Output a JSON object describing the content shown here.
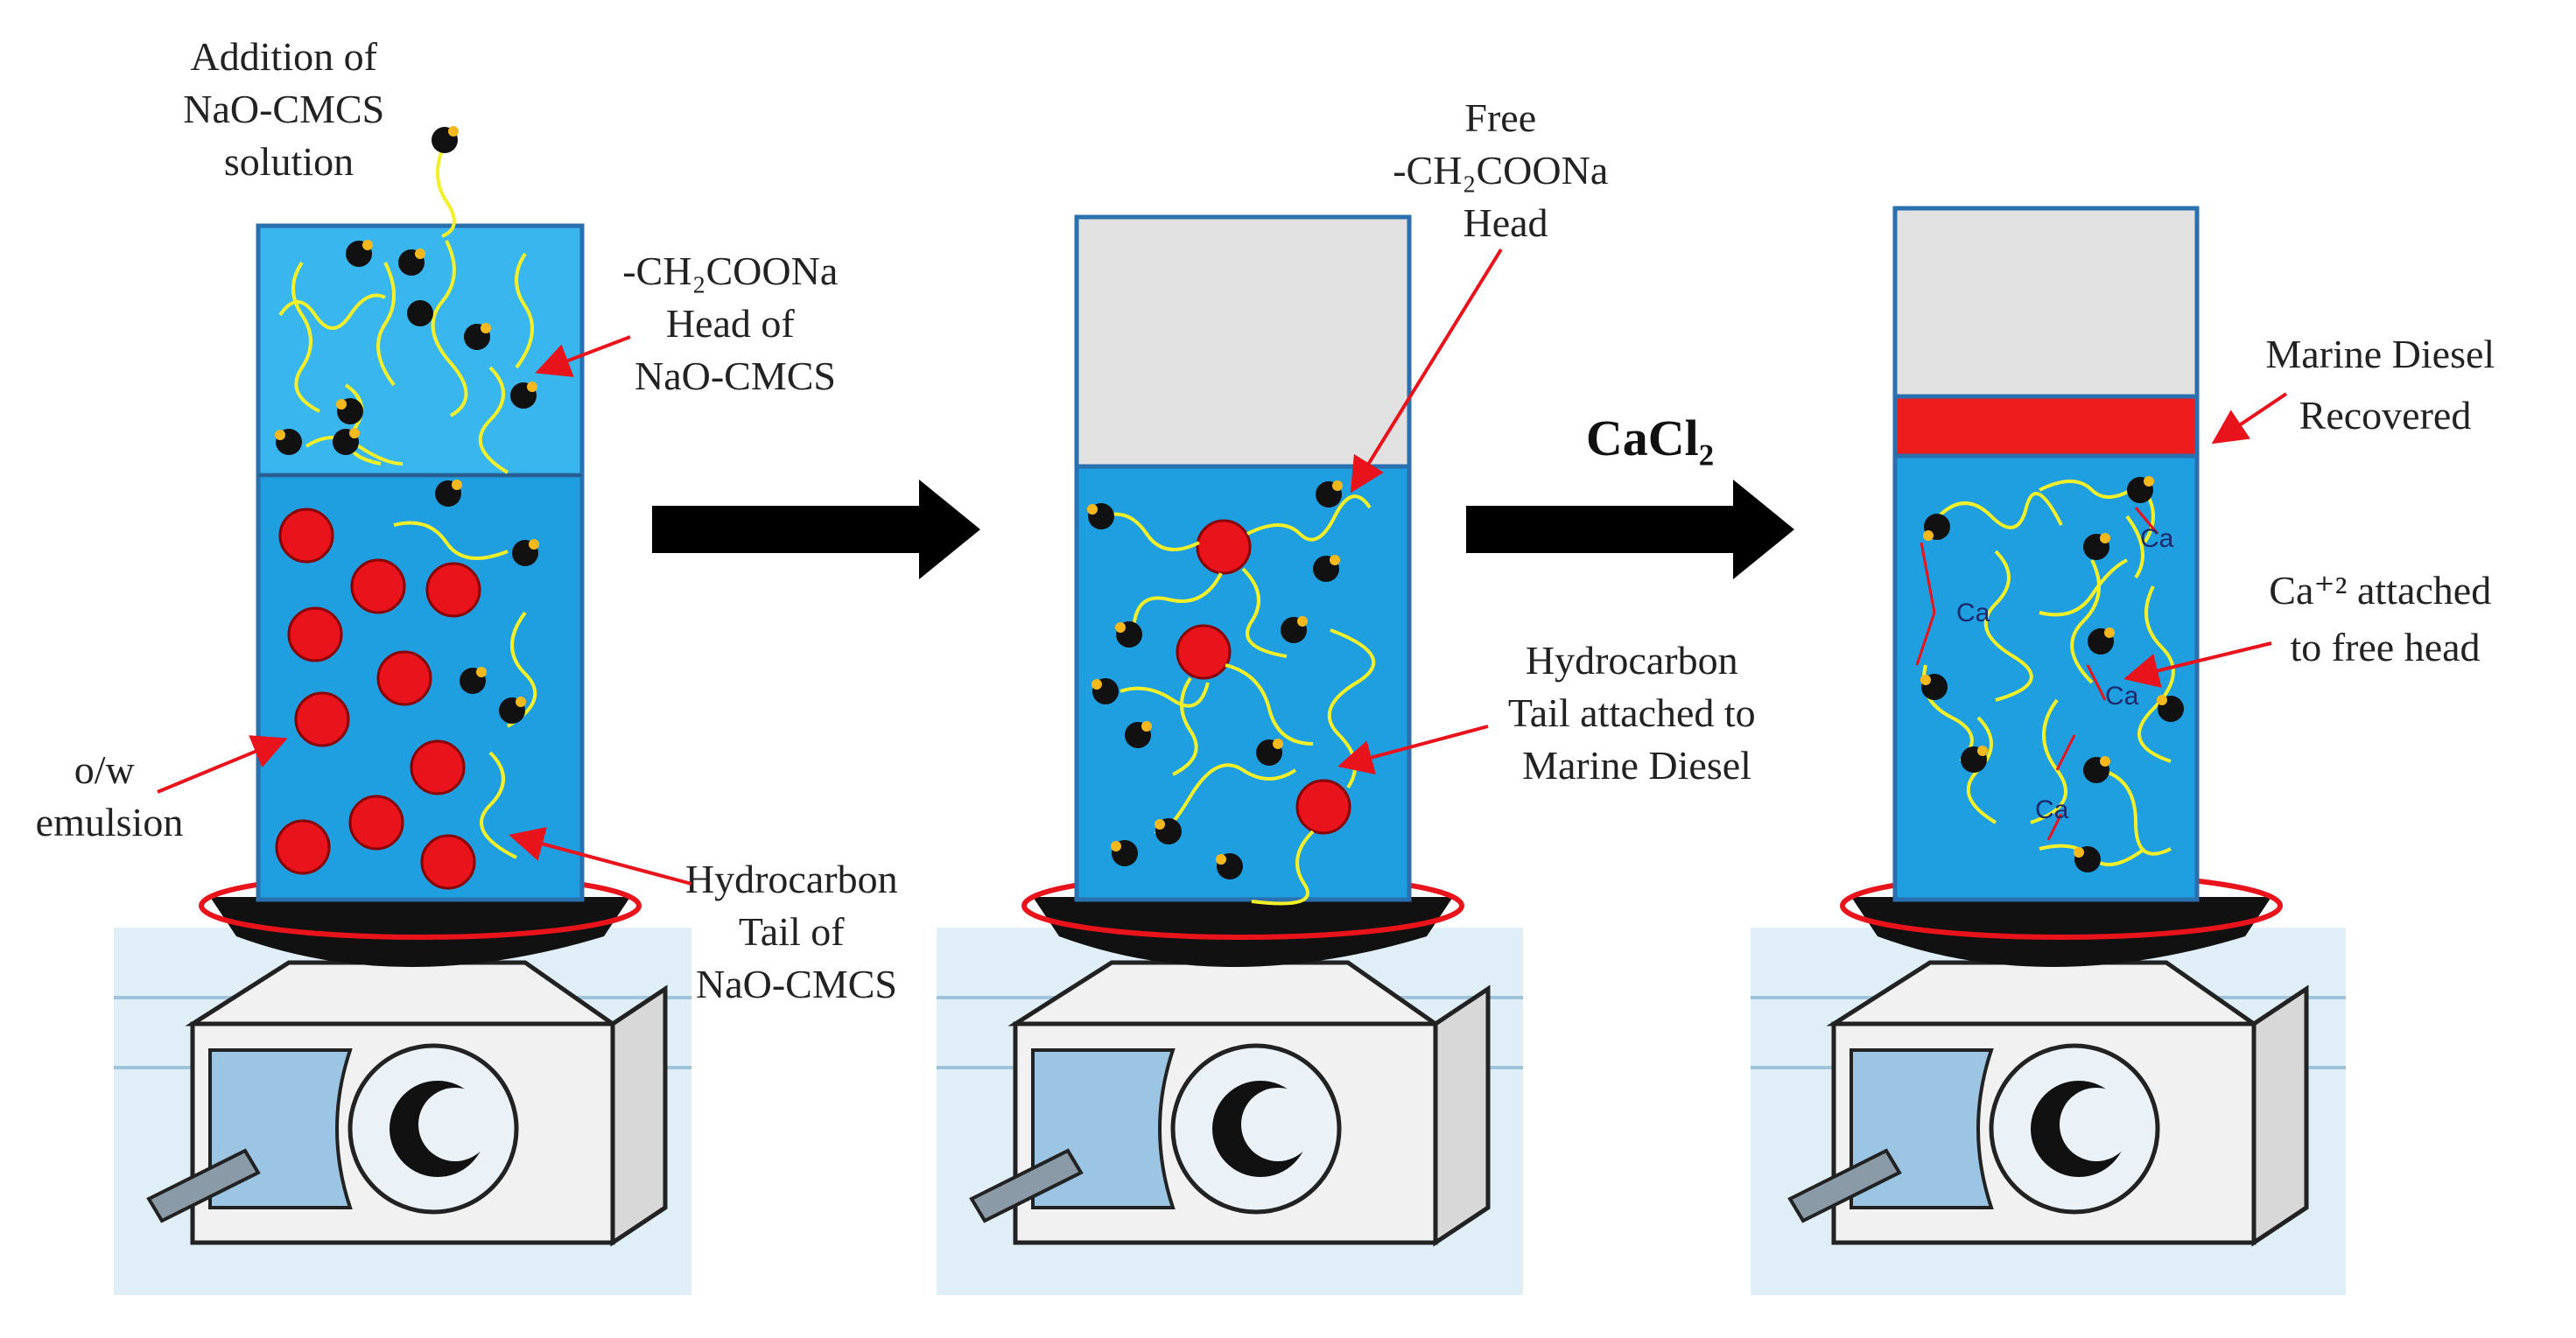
{
  "colors": {
    "water": "#1f9ee0",
    "water_light": "#39b6ee",
    "headspace": "#e1e1e1",
    "oil_drop": "#e8131b",
    "diesel_layer": "#ee1c1c",
    "tail": "#f3f02a",
    "head": "#111111",
    "head_na": "#f5b91d",
    "callout": "#e8131b",
    "arrow": "#000000",
    "stirrer_body": "#f1f1f1",
    "stirrer_line": "#222222",
    "bench": "#c9e3f1"
  },
  "panel1": {
    "label_addition": [
      "Addition of",
      "NaO-CMCS",
      "solution"
    ],
    "label_head": [
      "-CH₂COONa",
      "Head of",
      "NaO-CMCS"
    ],
    "label_emulsion": [
      "o/w",
      "emulsion"
    ],
    "label_tail": [
      "Hydrocarbon",
      "Tail of",
      "NaO-CMCS"
    ]
  },
  "panel2": {
    "label_free_head": [
      "Free",
      "-CH₂COONa",
      "Head"
    ],
    "label_tail_attached": [
      "Hydrocarbon",
      "Tail attached to",
      "Marine Diesel"
    ]
  },
  "reagent": "CaCl₂",
  "panel3": {
    "label_recovered": [
      "Marine Diesel",
      "Recovered"
    ],
    "label_ca": [
      "Ca⁺² attached",
      "to free head"
    ],
    "ca_symbol": "Ca"
  }
}
